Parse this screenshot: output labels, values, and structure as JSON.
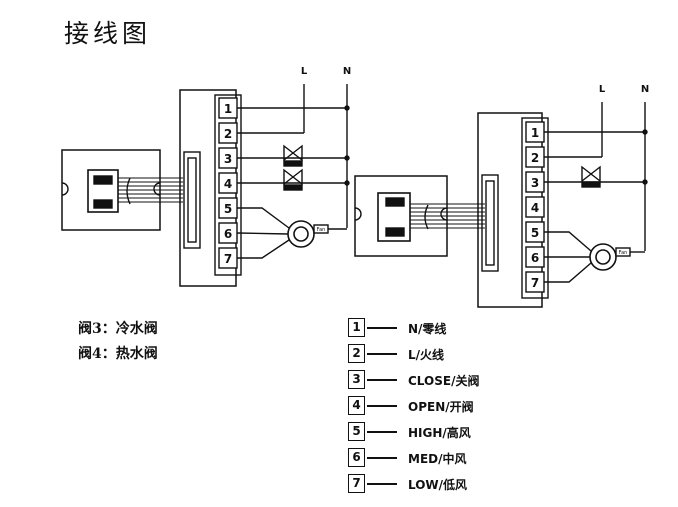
{
  "title": "接线图",
  "diagram_labels": {
    "live": "L",
    "neutral": "N",
    "fan": "Fan"
  },
  "terminals": [
    "1",
    "2",
    "3",
    "4",
    "5",
    "6",
    "7"
  ],
  "valve_notes": [
    "阀3：冷水阀",
    "阀4：热水阀"
  ],
  "legend": [
    {
      "number": "1",
      "label": "N/零线"
    },
    {
      "number": "2",
      "label": "L/火线"
    },
    {
      "number": "3",
      "label": "CLOSE/关阀"
    },
    {
      "number": "4",
      "label": "OPEN/开阀"
    },
    {
      "number": "5",
      "label": "HIGH/高风"
    },
    {
      "number": "6",
      "label": "MED/中风"
    },
    {
      "number": "7",
      "label": "LOW/低风"
    }
  ]
}
